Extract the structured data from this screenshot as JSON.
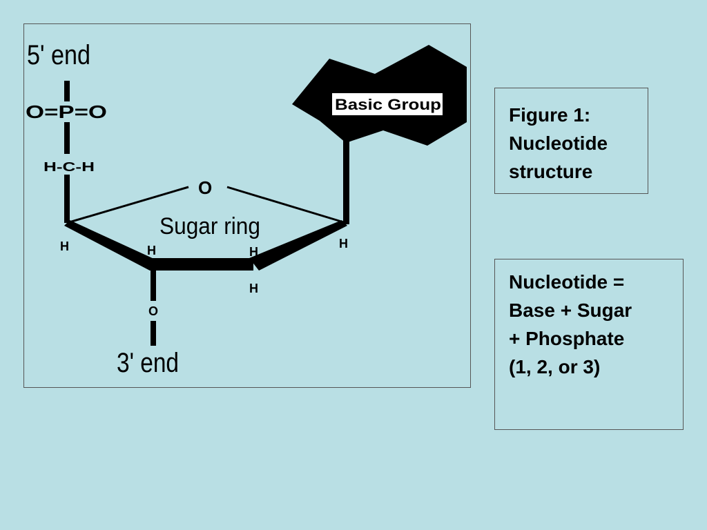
{
  "diagram": {
    "five_prime_label": "5' end",
    "three_prime_label": "3' end",
    "phosphate_label": "O=P=O",
    "ch2_label": "H-C-H",
    "ring_oxygen_label": "O",
    "sugar_ring_label": "Sugar ring",
    "basic_group_label": "Basic Group",
    "h_labels": [
      "H",
      "H",
      "H",
      "H",
      "H"
    ],
    "o3_label": "O"
  },
  "caption": {
    "lines": [
      "Figure 1:",
      "Nucleotide",
      "structure"
    ]
  },
  "definition": {
    "lines": [
      "Nucleotide =",
      "Base + Sugar",
      "+ Phosphate",
      "(1, 2, or 3)"
    ]
  }
}
